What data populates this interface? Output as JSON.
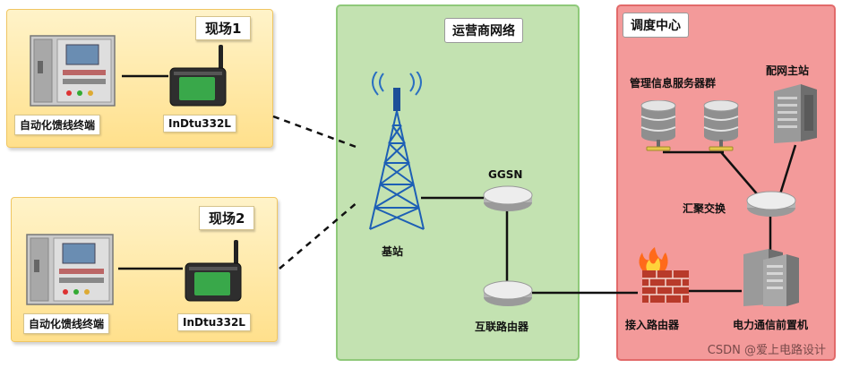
{
  "site1": {
    "title": "现场1",
    "terminal_label": "自动化馈线终端",
    "dtu_label": "InDtu332L"
  },
  "site2": {
    "title": "现场2",
    "terminal_label": "自动化馈线终端",
    "dtu_label": "InDtu332L"
  },
  "carrier": {
    "title": "运营商网络",
    "base_station_label": "基站",
    "ggsn_label": "GGSN",
    "router_label": "互联路由器"
  },
  "dispatch": {
    "title": "调度中心",
    "server_cluster_label": "管理信息服务器群",
    "master_station_label": "配网主站",
    "switch_label": "汇聚交换",
    "access_router_label": "接入路由器",
    "frontend_label": "电力通信前置机"
  },
  "watermark": "CSDN @爱上电路设计"
}
